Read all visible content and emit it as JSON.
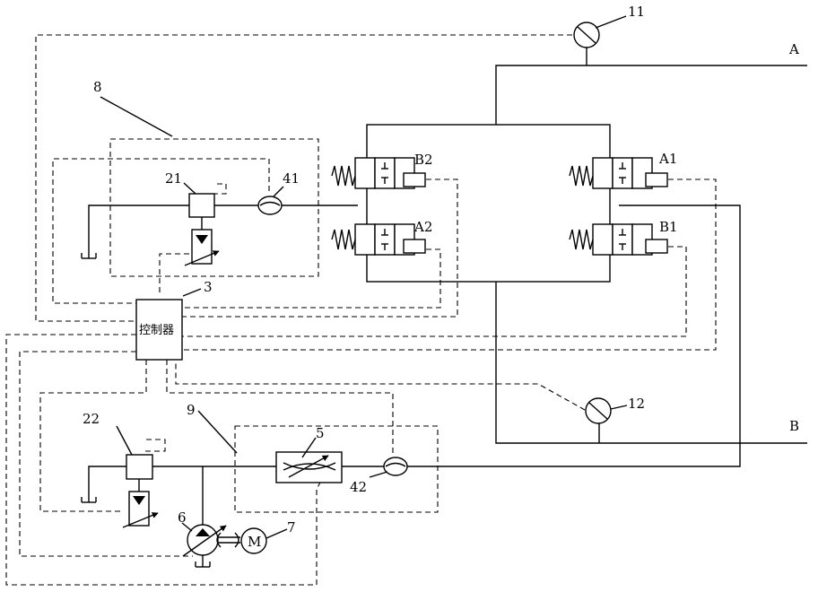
{
  "ports": {
    "a": "A",
    "b": "B"
  },
  "valves": {
    "b2": "B2",
    "a2": "A2",
    "a1": "A1",
    "b1": "B1"
  },
  "numbers": {
    "n3": "3",
    "n5": "5",
    "n6": "6",
    "n7": "7",
    "n8": "8",
    "n9": "9",
    "n11": "11",
    "n12": "12",
    "n21": "21",
    "n22": "22",
    "n41": "41",
    "n42": "42"
  },
  "controller": {
    "label": "控制器"
  },
  "motor": {
    "label": "M"
  }
}
